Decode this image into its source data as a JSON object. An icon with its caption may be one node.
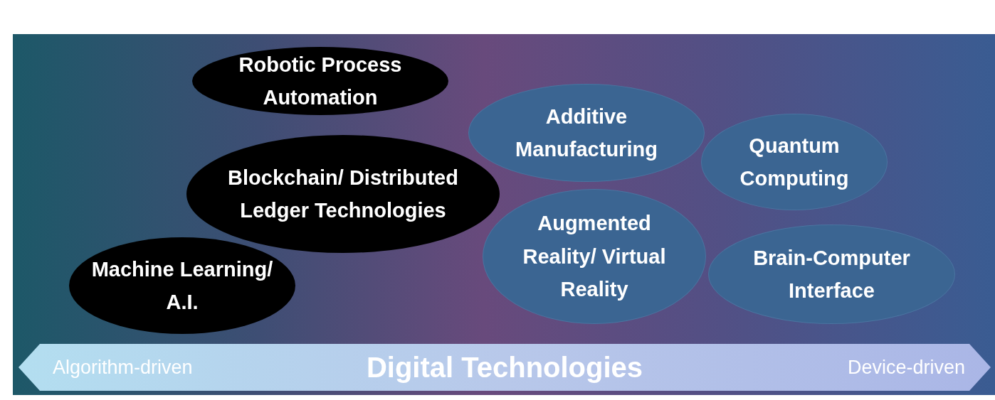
{
  "diagram": {
    "nodes": [
      {
        "text": [
          "Robotic Process Automation"
        ]
      },
      {
        "text": [
          "Additive Manufacturing"
        ]
      },
      {
        "text": [
          "Quantum Computing"
        ]
      },
      {
        "text": [
          "Blockchain/ Distributed Ledger Technologies"
        ]
      },
      {
        "text": [
          "Augmented Reality/ Virtual Reality"
        ]
      },
      {
        "text": [
          "Brain-Computer Interface"
        ]
      },
      {
        "text": [
          "Machine Learning/ A.I."
        ]
      },
      {
        "text": [
          "Algorithm-driven",
          "Digital Technologies",
          "Device-driven"
        ]
      }
    ],
    "edges": []
  }
}
